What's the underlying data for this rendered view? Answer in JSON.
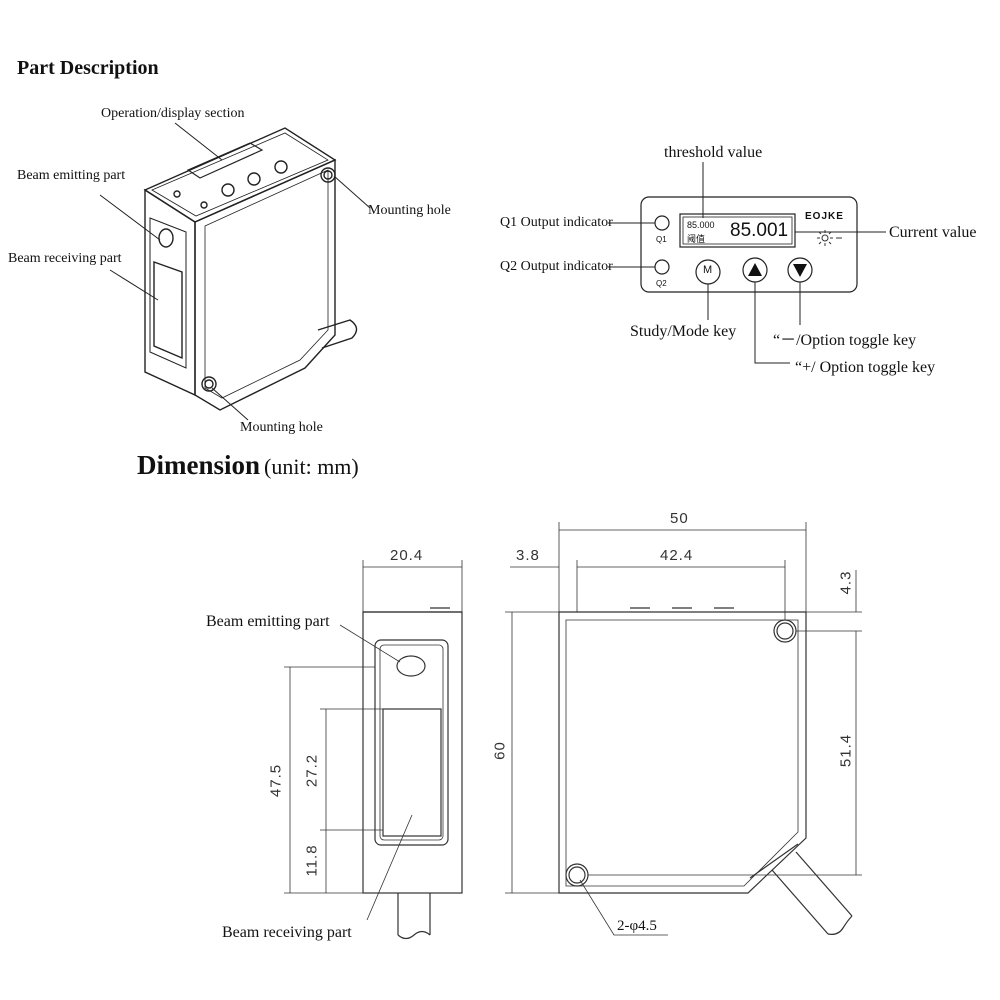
{
  "part_description": {
    "title": "Part Description",
    "labels": {
      "operation_display": "Operation/display section",
      "beam_emitting": "Beam emitting part",
      "beam_receiving": "Beam receiving part",
      "mounting_hole_top": "Mounting hole",
      "mounting_hole_bottom": "Mounting hole"
    }
  },
  "control_panel": {
    "threshold_label": "threshold value",
    "current_label": "Current value",
    "q1_label": "Q1 Output indicator",
    "q2_label": "Q2 Output indicator",
    "q1_tag": "Q1",
    "q2_tag": "Q2",
    "display_small_value": "85.000",
    "display_small_caption": "阈值",
    "display_large_value": "85.001",
    "brand": "EOJKE",
    "mode_key_symbol": "M",
    "study_mode_key": "Study/Mode key",
    "minus_key": "“－/Option toggle key",
    "plus_key": "“+/ Option toggle key"
  },
  "dimension": {
    "title": "Dimension",
    "unit_text": "(unit:   mm)",
    "side_view": {
      "width": "20.4",
      "emit_label": "Beam emitting part",
      "receive_label": "Beam receiving part",
      "height_47_5": "47.5",
      "height_27_2": "27.2",
      "height_11_8": "11.8"
    },
    "front_view": {
      "width_50": "50",
      "width_3_8": "3.8",
      "width_42_4": "42.4",
      "height_4_3": "4.3",
      "height_60": "60",
      "height_51_4": "51.4",
      "hole_spec": "2-φ4.5"
    }
  }
}
